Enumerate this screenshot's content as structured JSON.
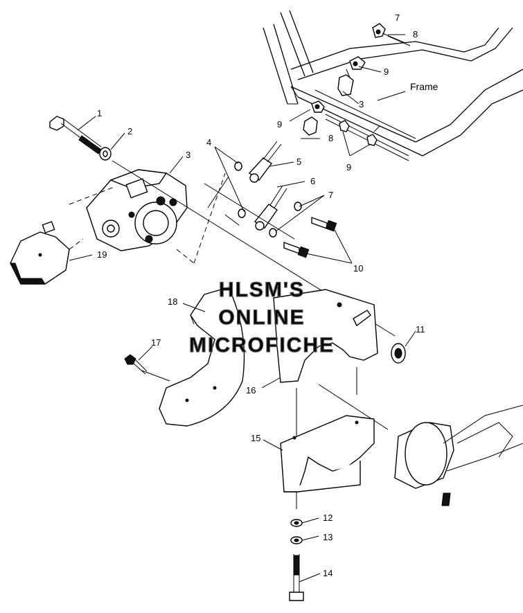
{
  "watermark": {
    "line1": "HLSM'S",
    "line2": "ONLINE",
    "line3": "MICROFICHE"
  },
  "labels": {
    "frame": "Frame",
    "c1": "1",
    "c2": "2",
    "c3a": "3",
    "c3b": "3",
    "c4": "4",
    "c5": "5",
    "c6": "6",
    "c7a": "7",
    "c7b": "7",
    "c8a": "8",
    "c8b": "8",
    "c9a": "9",
    "c9b": "9",
    "c9c": "9",
    "c10": "10",
    "c11": "11",
    "c12": "12",
    "c13": "13",
    "c14": "14",
    "c15": "15",
    "c16": "16",
    "c17": "17",
    "c18": "18",
    "c19": "19"
  }
}
